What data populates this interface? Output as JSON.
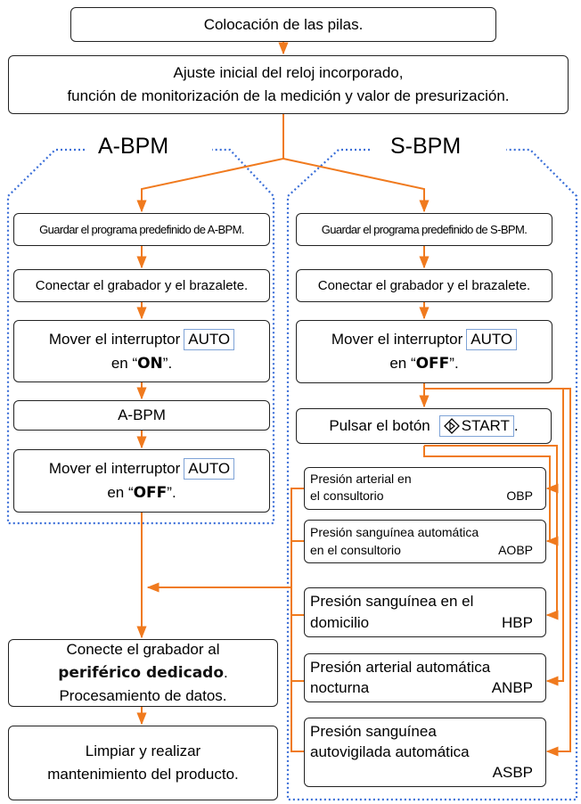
{
  "step_batteries": "Colocación de las pilas.",
  "step_setup": {
    "line1": "Ajuste inicial del reloj incorporado,",
    "line2": "función de monitorización de la medición y valor de presurización."
  },
  "abpm": {
    "title": "A-BPM",
    "step1": "Guardar el programa predefinido de A-BPM.",
    "step2": "Conectar el grabador y el brazalete.",
    "step3_pre": "Mover el interruptor",
    "step3_tag": "AUTO",
    "step3_en": "en “",
    "step3_val": "ON",
    "step3_end": "”.",
    "step4": "A-BPM",
    "step5_pre": "Mover el interruptor",
    "step5_tag": "AUTO",
    "step5_en": "en “",
    "step5_val": "OFF",
    "step5_end": "”."
  },
  "sbpm": {
    "title": "S-BPM",
    "step1": "Guardar el programa predefinido de S-BPM.",
    "step2": "Conectar el grabador y el brazalete.",
    "step3_pre": "Mover el interruptor",
    "step3_tag": "AUTO",
    "step3_en": "en “",
    "step3_val": "OFF",
    "step3_end": "”.",
    "step4_pre": "Pulsar el botón",
    "step4_tag": "START",
    "step4_end": ".",
    "modes": [
      {
        "l1": "Presión arterial en",
        "l2": "el consultorio",
        "code": "OBP"
      },
      {
        "l1": "Presión sanguínea automática",
        "l2": "en el consultorio",
        "code": "AOBP"
      },
      {
        "l1": "Presión sanguínea en el",
        "l2": "domicilio",
        "code": "HBP"
      },
      {
        "l1": "Presión arterial automática",
        "l2": "nocturna",
        "code": "ANBP"
      },
      {
        "l1": "Presión sanguínea",
        "l2": "autovigilada automática",
        "code": "ASBP"
      }
    ]
  },
  "step_connect": {
    "line1": "Conecte el grabador al",
    "line2_bold": "periférico dedicado",
    "line2_end": ".",
    "line3": "Procesamiento de datos."
  },
  "step_clean": {
    "line1": "Limpiar y realizar",
    "line2": "mantenimiento del producto."
  },
  "colors": {
    "arrow": "#f07a1e",
    "dotted": "#3b6fd8",
    "box_border": "#222222",
    "tag_border": "#7fa3d7"
  }
}
